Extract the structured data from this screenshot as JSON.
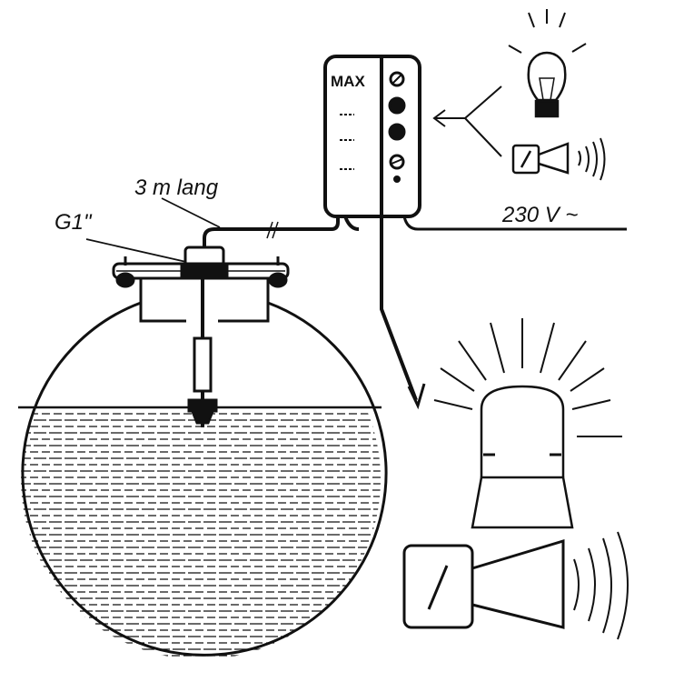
{
  "labels": {
    "cable_length": "3 m lang",
    "thread": "G1\"",
    "voltage": "230 V ~",
    "controller": "MAX"
  },
  "colors": {
    "ink": "#111111",
    "background": "#ffffff"
  }
}
